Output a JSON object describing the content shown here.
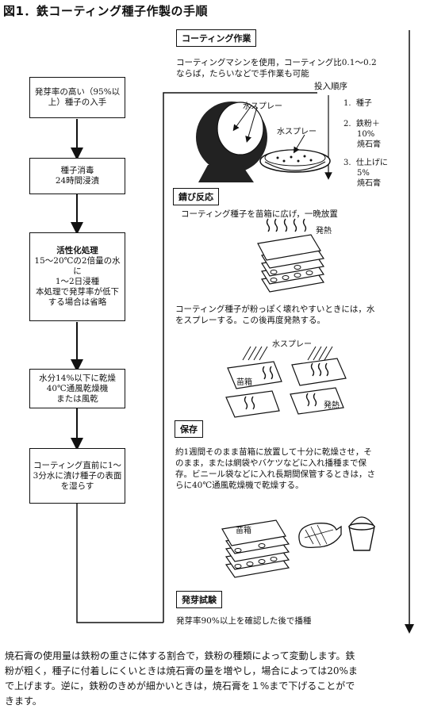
{
  "title": "図1．鉄コーティング種子作製の手順",
  "left_flow": [
    {
      "lines": [
        "発芽率の高い（95%以",
        "上）種子の入手"
      ]
    },
    {
      "lines": [
        "種子消毒",
        "24時間浸漬"
      ]
    },
    {
      "lines": [
        "活性化処理",
        "15～20℃の2倍量の水に",
        "1～2日浸種",
        "本処理で発芽率が低下",
        "する場合は省略"
      ]
    },
    {
      "lines": [
        "水分14%以下に乾燥",
        "40℃通風乾燥機",
        "または風乾"
      ]
    },
    {
      "lines": [
        "コーティング直前に1～",
        "3分水に漬け種子の表面",
        "を湿らす"
      ]
    }
  ],
  "coating": {
    "tag": "コーティング作業",
    "desc": [
      "コーティングマシンを使用，コーティング比0.1～0.2",
      "ならば，たらいなどで手作業も可能"
    ],
    "order_title": "投入順序",
    "spray1": "水スプレー",
    "spray2": "水スプレー",
    "steps": [
      {
        "num": "1.",
        "lines": [
          "種子"
        ]
      },
      {
        "num": "2.",
        "lines": [
          "鉄粉＋",
          "10%",
          "焼石膏"
        ]
      },
      {
        "num": "3.",
        "lines": [
          "仕上げに",
          "5%",
          "焼石膏"
        ]
      }
    ]
  },
  "rust": {
    "tag": "錆び反応",
    "desc1": "コーティング種子を苗箱に広げ，一晩放置",
    "heat1": "発熱",
    "desc2": [
      "コーティング種子が粉っぽく壊れやすいときには，水",
      "をスプレーする。この後再度発熱する。"
    ],
    "spray": "水スプレー",
    "tray": "苗箱",
    "heat2": "発熱"
  },
  "storage": {
    "tag": "保存",
    "desc": [
      "約1週間そのまま苗箱に放置して十分に乾燥させ，そ",
      "のまま，または網袋やバケツなどに入れ播種まで保",
      "存。ビニール袋などに入れ長期間保管するときは，さ",
      "らに40℃通風乾燥機で乾燥する。"
    ],
    "tray": "苗箱"
  },
  "germination": {
    "tag": "発芽試験",
    "desc": "発芽率90%以上を確認した後で播種"
  },
  "footer": [
    "焼石膏の使用量は鉄粉の重さに体する割合で，鉄粉の種類によって変動します。鉄",
    "粉が粗く，種子に付着しにくいときは焼石膏の量を増やし，場合によっては20%ま",
    "で上げます。逆に，鉄粉のきめが細かいときは，焼石膏を１%まで下げることがで",
    "きます。"
  ]
}
